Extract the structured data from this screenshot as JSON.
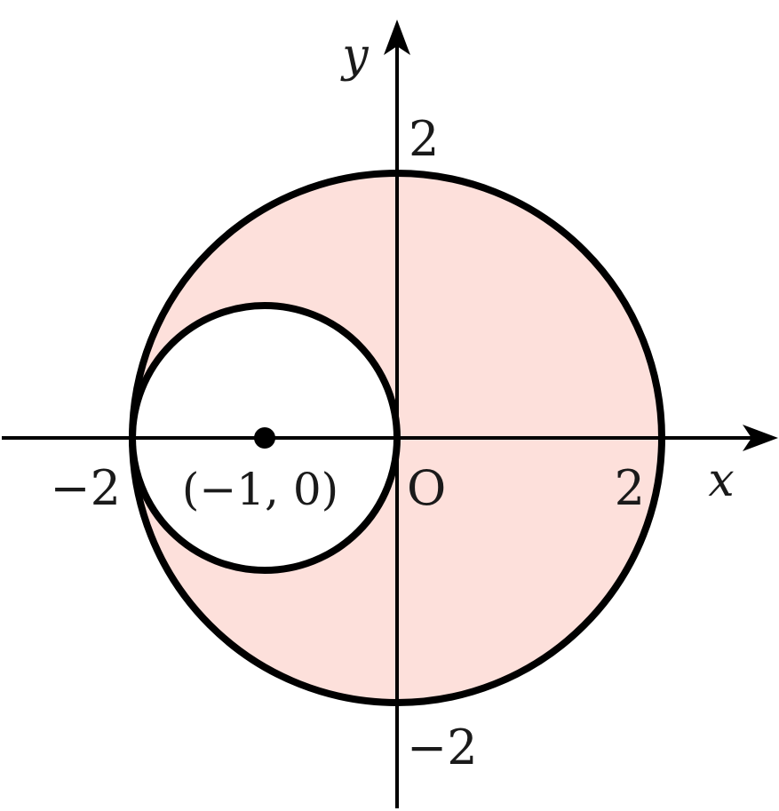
{
  "axes": {
    "x_label": "x",
    "y_label": "y",
    "origin_label": "O"
  },
  "ticks": {
    "x_neg": "−2",
    "x_pos": "2",
    "y_pos": "2",
    "y_neg": "−2"
  },
  "circles": {
    "outer": {
      "center": [
        0,
        0
      ],
      "radius": 2,
      "fill": "#fde0db"
    },
    "inner": {
      "center": [
        -1,
        0
      ],
      "radius": 1,
      "fill": "#ffffff"
    }
  },
  "center_point": {
    "coords": [
      -1,
      0
    ],
    "label": "(−1, 0)"
  },
  "colors": {
    "stroke": "#000000",
    "shaded_region": "#fde0db",
    "text": "#1a1a1a"
  }
}
